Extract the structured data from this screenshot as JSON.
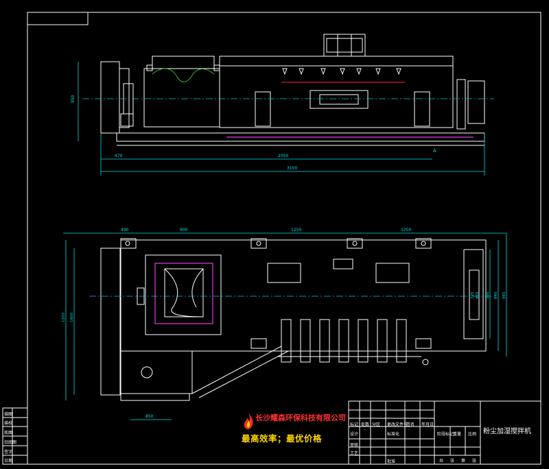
{
  "drawing": {
    "title": "粉尘加湿搅拌机",
    "top_view_dims": {
      "overall_length": "3100",
      "span_1": "470",
      "span_2": "2050",
      "height": "950"
    },
    "plan_view_dims": {
      "top_1": "490",
      "top_2": "900",
      "top_3": "1250",
      "top_4": "1250",
      "right_1": "725",
      "right_2": "950",
      "right_3": "360",
      "right_4": "840",
      "right_5": "965",
      "left_1": "1250",
      "left_2": "1600",
      "bottom_1": "850"
    },
    "section_marker": "A"
  },
  "company": {
    "name": "长沙耀森环保科技有限公司",
    "slogan": "最高效率；最优价格"
  },
  "title_block": {
    "revision_cols": [
      "标记",
      "处数",
      "分区",
      "更改文件号",
      "签名",
      "年月日"
    ],
    "rows": [
      "设计",
      "审核",
      "工艺"
    ],
    "stage_label": "阶段标记",
    "weight_label": "重量",
    "scale_label": "比例",
    "sheet_labels": [
      "共",
      "张",
      "第",
      "张"
    ],
    "std_label": "标准化",
    "approve_label": "批准"
  },
  "left_column": {
    "labels": [
      "描图",
      "描校",
      "底图",
      "旧底图",
      "签字",
      "日期"
    ]
  }
}
